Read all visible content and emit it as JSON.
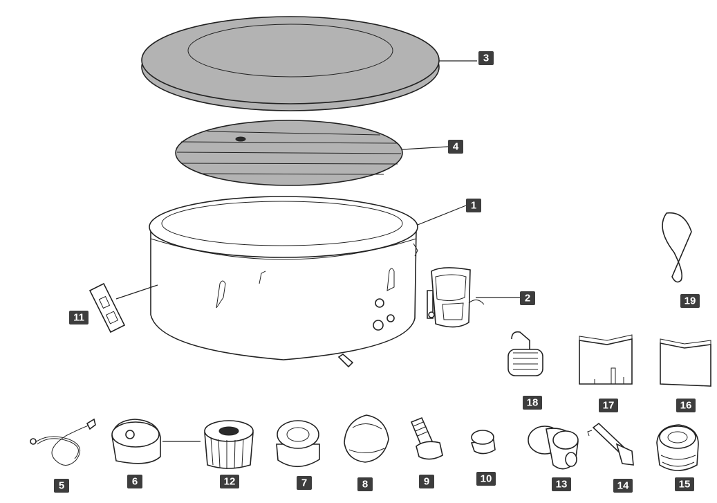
{
  "parts": [
    {
      "id": "part-1",
      "label": "1",
      "item": "spa-tub"
    },
    {
      "id": "part-2",
      "label": "2",
      "item": "pump-control-unit"
    },
    {
      "id": "part-3",
      "label": "3",
      "item": "cover"
    },
    {
      "id": "part-4",
      "label": "4",
      "item": "inflatable-bladder"
    },
    {
      "id": "part-5",
      "label": "5",
      "item": "inflation-hose"
    },
    {
      "id": "part-6",
      "label": "6",
      "item": "filter-housing"
    },
    {
      "id": "part-7",
      "label": "7",
      "item": "filter-cap"
    },
    {
      "id": "part-8",
      "label": "8",
      "item": "filter-wrench"
    },
    {
      "id": "part-9",
      "label": "9",
      "item": "drain-adapter"
    },
    {
      "id": "part-10",
      "label": "10",
      "item": "drain-cap"
    },
    {
      "id": "part-11",
      "label": "11",
      "item": "cover-buckle"
    },
    {
      "id": "part-12",
      "label": "12",
      "item": "filter-cartridge"
    },
    {
      "id": "part-13",
      "label": "13",
      "item": "inlet-connector"
    },
    {
      "id": "part-14",
      "label": "14",
      "item": "valve-tool"
    },
    {
      "id": "part-15",
      "label": "15",
      "item": "air-valve"
    },
    {
      "id": "part-16",
      "label": "16",
      "item": "ground-cloth-piece"
    },
    {
      "id": "part-17",
      "label": "17",
      "item": "ground-cloth-piece-slotted"
    },
    {
      "id": "part-18",
      "label": "18",
      "item": "floating-chlorine-dispenser"
    },
    {
      "id": "part-19",
      "label": "19",
      "item": "strap"
    }
  ],
  "colors": {
    "badge": "#3d3d3d",
    "badge_text": "#ffffff",
    "cover_fill": "#b3b3b3",
    "outline": "#222222"
  }
}
